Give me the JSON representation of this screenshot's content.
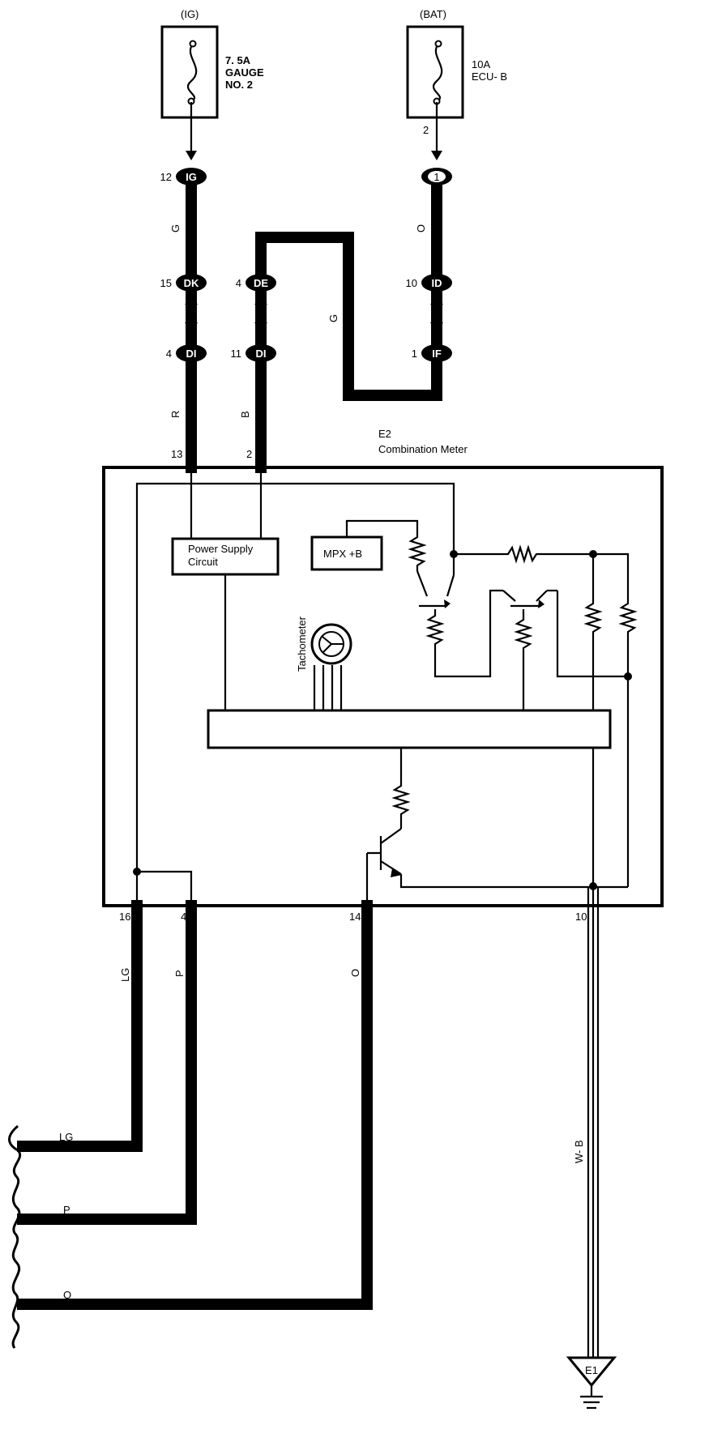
{
  "fuses": {
    "ig": {
      "source": "(IG)",
      "rating": "7. 5A",
      "name_line1": "GAUGE",
      "name_line2": "NO. 2"
    },
    "bat": {
      "source": "(BAT)",
      "rating": "10A",
      "name_line1": "ECU- B",
      "pin": "2"
    }
  },
  "connectors": {
    "ig_top": {
      "pin": "12",
      "code": "IG"
    },
    "bat_top": {
      "pin": "",
      "code": "1"
    },
    "dk": {
      "pin": "15",
      "code": "DK"
    },
    "de": {
      "pin": "4",
      "code": "DE"
    },
    "id": {
      "pin": "10",
      "code": "ID"
    },
    "di_left": {
      "pin": "4",
      "code": "DI"
    },
    "di_right": {
      "pin": "11",
      "code": "DI"
    },
    "if": {
      "pin": "1",
      "code": "IF"
    }
  },
  "wires": {
    "g_left": "G",
    "o_bat": "O",
    "g_jumper": "G",
    "r": "R",
    "b": "B",
    "lg": "LG",
    "p": "P",
    "o_out": "O",
    "wb": "W- B",
    "lg_end": "LG",
    "p_end": "P",
    "o_end": "O"
  },
  "meter": {
    "id": "E2",
    "name": "Combination Meter",
    "pin_top_left": "13",
    "pin_top_right": "2",
    "pin_bottom_1": "16",
    "pin_bottom_2": "4",
    "pin_bottom_3": "14",
    "pin_bottom_4": "10",
    "power_supply_line1": "Power Supply",
    "power_supply_line2": "Circuit",
    "mpx": "MPX +B",
    "tachometer": "Tachometer"
  },
  "ground": {
    "label": "E1"
  }
}
